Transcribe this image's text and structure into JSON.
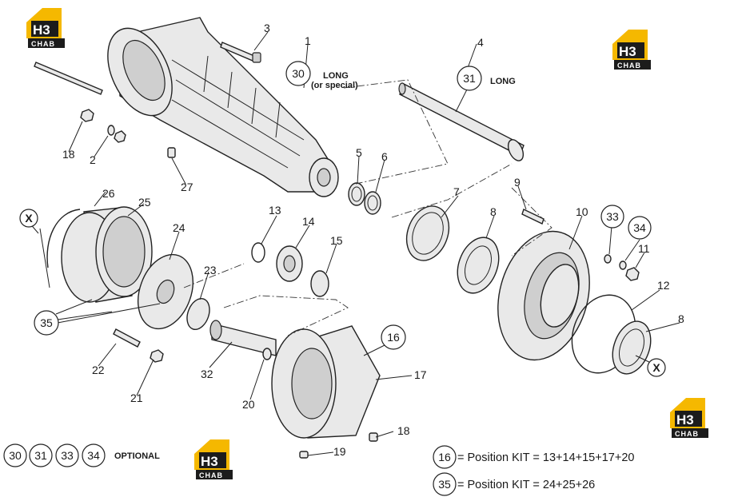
{
  "logos": {
    "brand_top": "H3",
    "brand_bottom": "CHAB",
    "accent": "#f5b800",
    "dark": "#1c1c1c"
  },
  "callouts": {
    "c1": "1",
    "c2": "2",
    "c3": "3",
    "c4": "4",
    "c5": "5",
    "c6": "6",
    "c7": "7",
    "c8a": "8",
    "c8b": "8",
    "c9": "9",
    "c10": "10",
    "c11": "11",
    "c12": "12",
    "c13": "13",
    "c14": "14",
    "c15": "15",
    "c17": "17",
    "c18a": "18",
    "c18b": "18",
    "c19": "19",
    "c20": "20",
    "c21": "21",
    "c22": "22",
    "c23": "23",
    "c24": "24",
    "c25": "25",
    "c26": "26",
    "c27": "27",
    "c32": "32"
  },
  "circled": {
    "c30": "30",
    "c31": "31",
    "c33": "33",
    "c34": "34",
    "c16": "16",
    "c35": "35",
    "x1": "X",
    "x2": "X",
    "opt30": "30",
    "opt31": "31",
    "opt33": "33",
    "opt34": "34",
    "kit16": "16",
    "kit35": "35"
  },
  "notes": {
    "long_or_special_1": "LONG",
    "long_or_special_2": "(or special)",
    "long_31": "LONG",
    "optional": "OPTIONAL"
  },
  "kits": {
    "kit16_text": "= Position KIT = 13+14+15+17+20",
    "kit35_text": "= Position KIT = 24+25+26"
  }
}
